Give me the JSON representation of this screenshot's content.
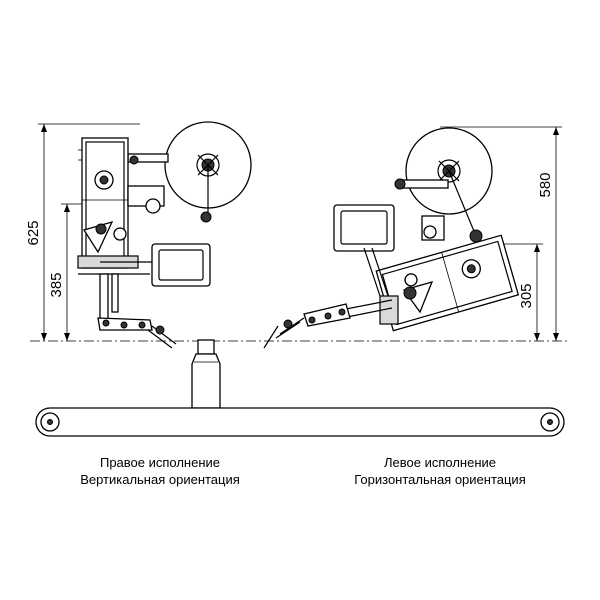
{
  "dimensions": {
    "d625": "625",
    "d385": "385",
    "d580": "580",
    "d305": "305"
  },
  "captions": {
    "left_line1": "Правое исполнение",
    "left_line2": "Вертикальная ориентация",
    "right_line1": "Левое исполнение",
    "right_line2": "Горизонтальная ориентация"
  }
}
